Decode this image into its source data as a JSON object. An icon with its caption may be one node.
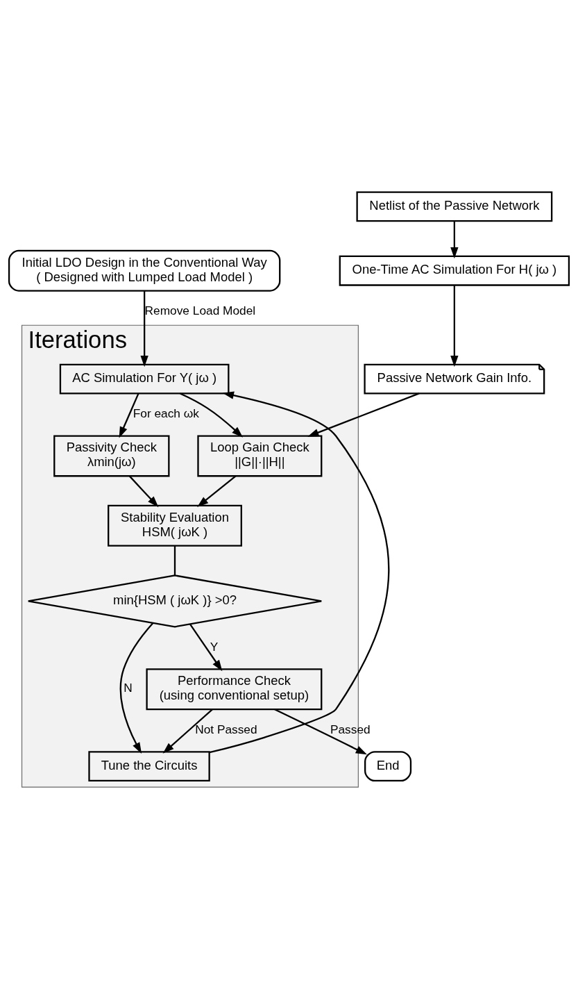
{
  "diagram": {
    "nodes": [
      {
        "text": [
          "Initial LDO Design in the Conventional Way",
          "( Designed with Lumped Load Model )"
        ]
      },
      {
        "text": [
          "Netlist of the Passive Network"
        ]
      },
      {
        "text": [
          "One-Time AC Simulation For H( jω )"
        ]
      },
      {
        "text": [
          "Iterations"
        ]
      },
      {
        "text": [
          "Passive Network Gain Info."
        ]
      },
      {
        "text": [
          "AC Simulation For Y( jω )"
        ],
        "in": 3
      },
      {
        "text": [
          "Passivity Check",
          "λmin(jω)"
        ],
        "in": 3
      },
      {
        "text": [
          "Loop Gain Check",
          "||G||·||H||"
        ],
        "in": 3
      },
      {
        "text": [
          "Stability Evaluation",
          "HSM( jωK )"
        ],
        "in": 3
      },
      {
        "text": [
          "min{HSM ( jωK )} >0?"
        ],
        "in": 3
      },
      {
        "text": [
          "Performance Check",
          "(using conventional setup)"
        ],
        "in": 3
      },
      {
        "text": [
          "Tune the Circuits"
        ],
        "in": 3
      },
      {
        "text": [
          "End"
        ]
      }
    ],
    "edges": [
      {
        "from": 1,
        "to": 2,
        "arrow": "to"
      },
      {
        "from": 2,
        "to": 4,
        "arrow": "to"
      },
      {
        "from": 0,
        "to": 5,
        "arrow": "to",
        "label": "Remove Load Model"
      },
      {
        "from": 4,
        "to": 7,
        "arrow": "to"
      },
      {
        "from": 5,
        "to": 6,
        "arrow": "to",
        "label": "For each ωk"
      },
      {
        "from": 5,
        "to": 7,
        "arrow": "to"
      },
      {
        "from": 6,
        "to": 8,
        "arrow": "to"
      },
      {
        "from": 7,
        "to": 8,
        "arrow": "to"
      },
      {
        "from": 8,
        "to": 9,
        "arrow": "none"
      },
      {
        "from": 9,
        "to": 10,
        "arrow": "to",
        "label": "Y"
      },
      {
        "from": 9,
        "to": 11,
        "arrow": "to",
        "label": "N"
      },
      {
        "from": 10,
        "to": 11,
        "arrow": "to",
        "label": "Not Passed"
      },
      {
        "from": 10,
        "to": 12,
        "arrow": "to",
        "label": "Passed"
      },
      {
        "from": 11,
        "to": 5,
        "arrow": "to"
      }
    ]
  }
}
